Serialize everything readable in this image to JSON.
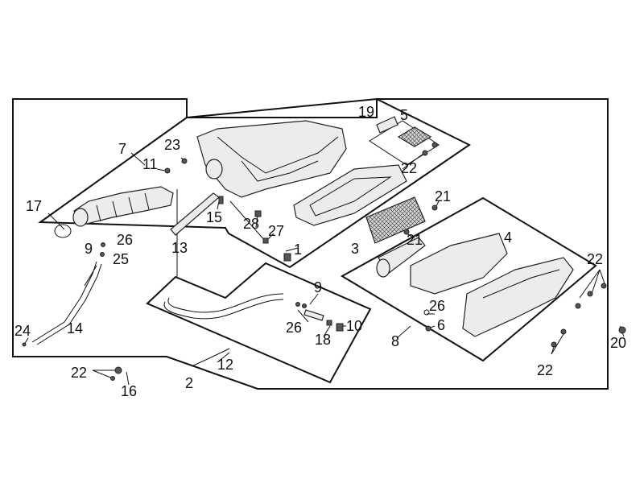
{
  "labels": {
    "l1": "1",
    "l2": "2",
    "l3": "3",
    "l4": "4",
    "l5": "5",
    "l6": "6",
    "l7": "7",
    "l8": "8",
    "l9a": "9",
    "l9b": "9",
    "l10": "10",
    "l11": "11",
    "l12": "12",
    "l13": "13",
    "l14": "14",
    "l15": "15",
    "l16": "16",
    "l17": "17",
    "l18": "18",
    "l19": "19",
    "l20": "20",
    "l21a": "21",
    "l21b": "21",
    "l22a": "22",
    "l22b": "22",
    "l22c": "22",
    "l22d": "22",
    "l23": "23",
    "l24": "24",
    "l25": "25",
    "l26a": "26",
    "l26b": "26",
    "l26c": "26",
    "l27": "27",
    "l28": "28"
  }
}
